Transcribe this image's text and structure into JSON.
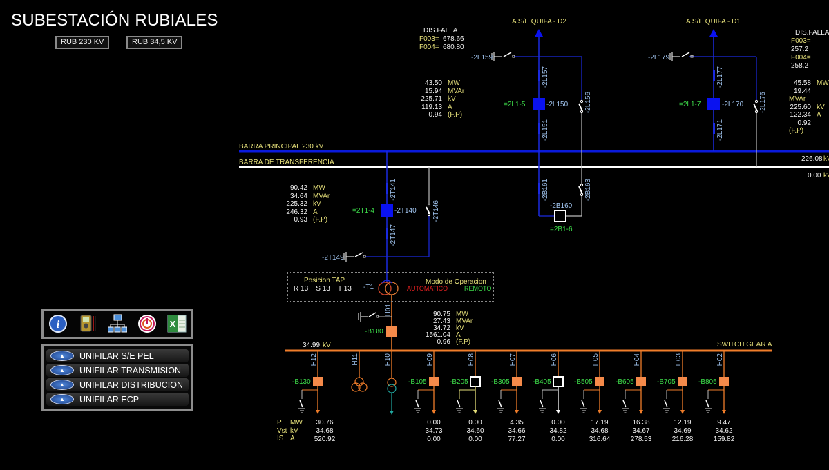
{
  "header": {
    "title": "SUBESTACIÓN RUBIALES",
    "nav_buttons": [
      {
        "label": "RUB 230 KV"
      },
      {
        "label": "RUB 34,5 KV"
      }
    ]
  },
  "colors": {
    "bus_230": "#0a1adc",
    "transfer_bus": "#ffffff",
    "bus_34_5": "#f07d2a",
    "breaker_closed_230": "#0a12f0",
    "breaker_closed_34_5": "#f58a4a",
    "breaker_open": "#ffffff",
    "label_yellow": "#e6e07a",
    "label_green": "#3ddc4a",
    "label_blue": "#9fc3ee"
  },
  "buses": {
    "main": {
      "label": "BARRA PRINCIPAL 230 kV",
      "voltage": "226.08",
      "unit": "kV"
    },
    "transfer": {
      "label": "BARRA DE TRANSFERENCIA",
      "voltage": "0.00",
      "unit": "kV"
    },
    "switchgear": {
      "label": "SWITCH GEAR A",
      "voltage": "34.99",
      "unit": "kV"
    }
  },
  "lines": [
    {
      "destination": "A S/E QUIFA - D2",
      "bay": "=2L1-5",
      "breaker": "-2L150",
      "disconnectors": [
        "-2L157",
        "-2L151",
        "-2L156"
      ],
      "earth_switch": "-2L159",
      "fault": {
        "title": "DIS.FALLA",
        "rows": [
          {
            "k": "F003=",
            "v": "678.66"
          },
          {
            "k": "F004=",
            "v": "680.80"
          }
        ]
      },
      "measurements": [
        {
          "value": "43.50",
          "unit": "MW"
        },
        {
          "value": "15.94",
          "unit": "MVAr"
        },
        {
          "value": "225.71",
          "unit": "kV"
        },
        {
          "value": "119.13",
          "unit": "A"
        },
        {
          "value": "0.94",
          "unit": "(F.P)"
        }
      ]
    },
    {
      "destination": "A S/E QUIFA - D1",
      "bay": "=2L1-7",
      "breaker": "-2L170",
      "disconnectors": [
        "-2L177",
        "-2L171",
        "-2L176"
      ],
      "earth_switch": "-2L179",
      "fault": {
        "title": "DIS.FALLA",
        "rows": [
          {
            "k": "F003=",
            "v": "257.2"
          },
          {
            "k": "F004=",
            "v": "258.2"
          }
        ]
      },
      "measurements": [
        {
          "value": "45.58",
          "unit": "MW"
        },
        {
          "value": "19.44",
          "unit": "MVAr"
        },
        {
          "value": "225.60",
          "unit": "kV"
        },
        {
          "value": "122.34",
          "unit": "A"
        },
        {
          "value": "0.92",
          "unit": "(F.P)"
        }
      ]
    }
  ],
  "coupler": {
    "bay": "=2B1-6",
    "breaker": "-2B160",
    "disconnectors": [
      "-2B161",
      "-2B163"
    ]
  },
  "transformer_bay": {
    "bay": "=2T1-4",
    "breaker": "-2T140",
    "disconnectors": [
      "-2T141",
      "-2T147",
      "-2T146"
    ],
    "earth_switch": "-2T149",
    "measurements": [
      {
        "value": "90.42",
        "unit": "MW"
      },
      {
        "value": "34.64",
        "unit": "MVAr"
      },
      {
        "value": "225.32",
        "unit": "kV"
      },
      {
        "value": "246.32",
        "unit": "A"
      },
      {
        "value": "0.93",
        "unit": "(F.P)"
      }
    ]
  },
  "transformer": {
    "name": "-T1",
    "tap_title": "Posicion TAP",
    "tap": [
      {
        "phase": "R",
        "value": "13"
      },
      {
        "phase": "S",
        "value": "13"
      },
      {
        "phase": "T",
        "value": "13"
      }
    ],
    "mode_title": "Modo de Operacion",
    "mode_auto": "AUTOMATICO",
    "mode_remote": "REMOTO"
  },
  "incomer": {
    "feeder": "H01",
    "breaker": "-B180",
    "measurements": [
      {
        "value": "90.75",
        "unit": "MW"
      },
      {
        "value": "27.43",
        "unit": "MVAr"
      },
      {
        "value": "34.72",
        "unit": "kV"
      },
      {
        "value": "1561.04",
        "unit": "A"
      },
      {
        "value": "0.96",
        "unit": "(F.P)"
      }
    ]
  },
  "feeder_legend": [
    {
      "k": "P",
      "u": "MW"
    },
    {
      "k": "Vst",
      "u": "kV"
    },
    {
      "k": "IS",
      "u": "A"
    }
  ],
  "feeders": [
    {
      "id": "H12",
      "breaker": "-B130",
      "state": "closed",
      "p": "30.76",
      "v": "34.68",
      "i": "520.92"
    },
    {
      "id": "H11",
      "breaker": "",
      "state": "transformer",
      "p": "",
      "v": "",
      "i": ""
    },
    {
      "id": "H10",
      "breaker": "",
      "state": "transformer",
      "p": "",
      "v": "",
      "i": ""
    },
    {
      "id": "H09",
      "breaker": "-B105",
      "state": "closed",
      "p": "0.00",
      "v": "34.73",
      "i": "0.00"
    },
    {
      "id": "H08",
      "breaker": "-B205",
      "state": "open",
      "p": "0.00",
      "v": "34.60",
      "i": "0.00"
    },
    {
      "id": "H07",
      "breaker": "-B305",
      "state": "closed",
      "p": "4.35",
      "v": "34.66",
      "i": "77.27"
    },
    {
      "id": "H06",
      "breaker": "-B405",
      "state": "open",
      "p": "0.00",
      "v": "34.82",
      "i": "0.00"
    },
    {
      "id": "H05",
      "breaker": "-B505",
      "state": "closed",
      "p": "17.19",
      "v": "34.68",
      "i": "316.64"
    },
    {
      "id": "H04",
      "breaker": "-B605",
      "state": "closed",
      "p": "16.38",
      "v": "34.67",
      "i": "278.53"
    },
    {
      "id": "H03",
      "breaker": "-B705",
      "state": "closed",
      "p": "12.19",
      "v": "34.69",
      "i": "216.28"
    },
    {
      "id": "H02",
      "breaker": "-B805",
      "state": "closed",
      "p": "9.47",
      "v": "34.62",
      "i": "159.82"
    }
  ],
  "toolbar": {
    "icons": [
      {
        "name": "info-icon"
      },
      {
        "name": "multimeter-icon"
      },
      {
        "name": "network-icon"
      },
      {
        "name": "power-icon"
      },
      {
        "name": "excel-icon"
      }
    ]
  },
  "menu": {
    "items": [
      {
        "label": "UNIFILAR S/E PEL"
      },
      {
        "label": "UNIFILAR TRANSMISION"
      },
      {
        "label": "UNIFILAR DISTRIBUCION"
      },
      {
        "label": "UNIFILAR ECP"
      }
    ]
  }
}
